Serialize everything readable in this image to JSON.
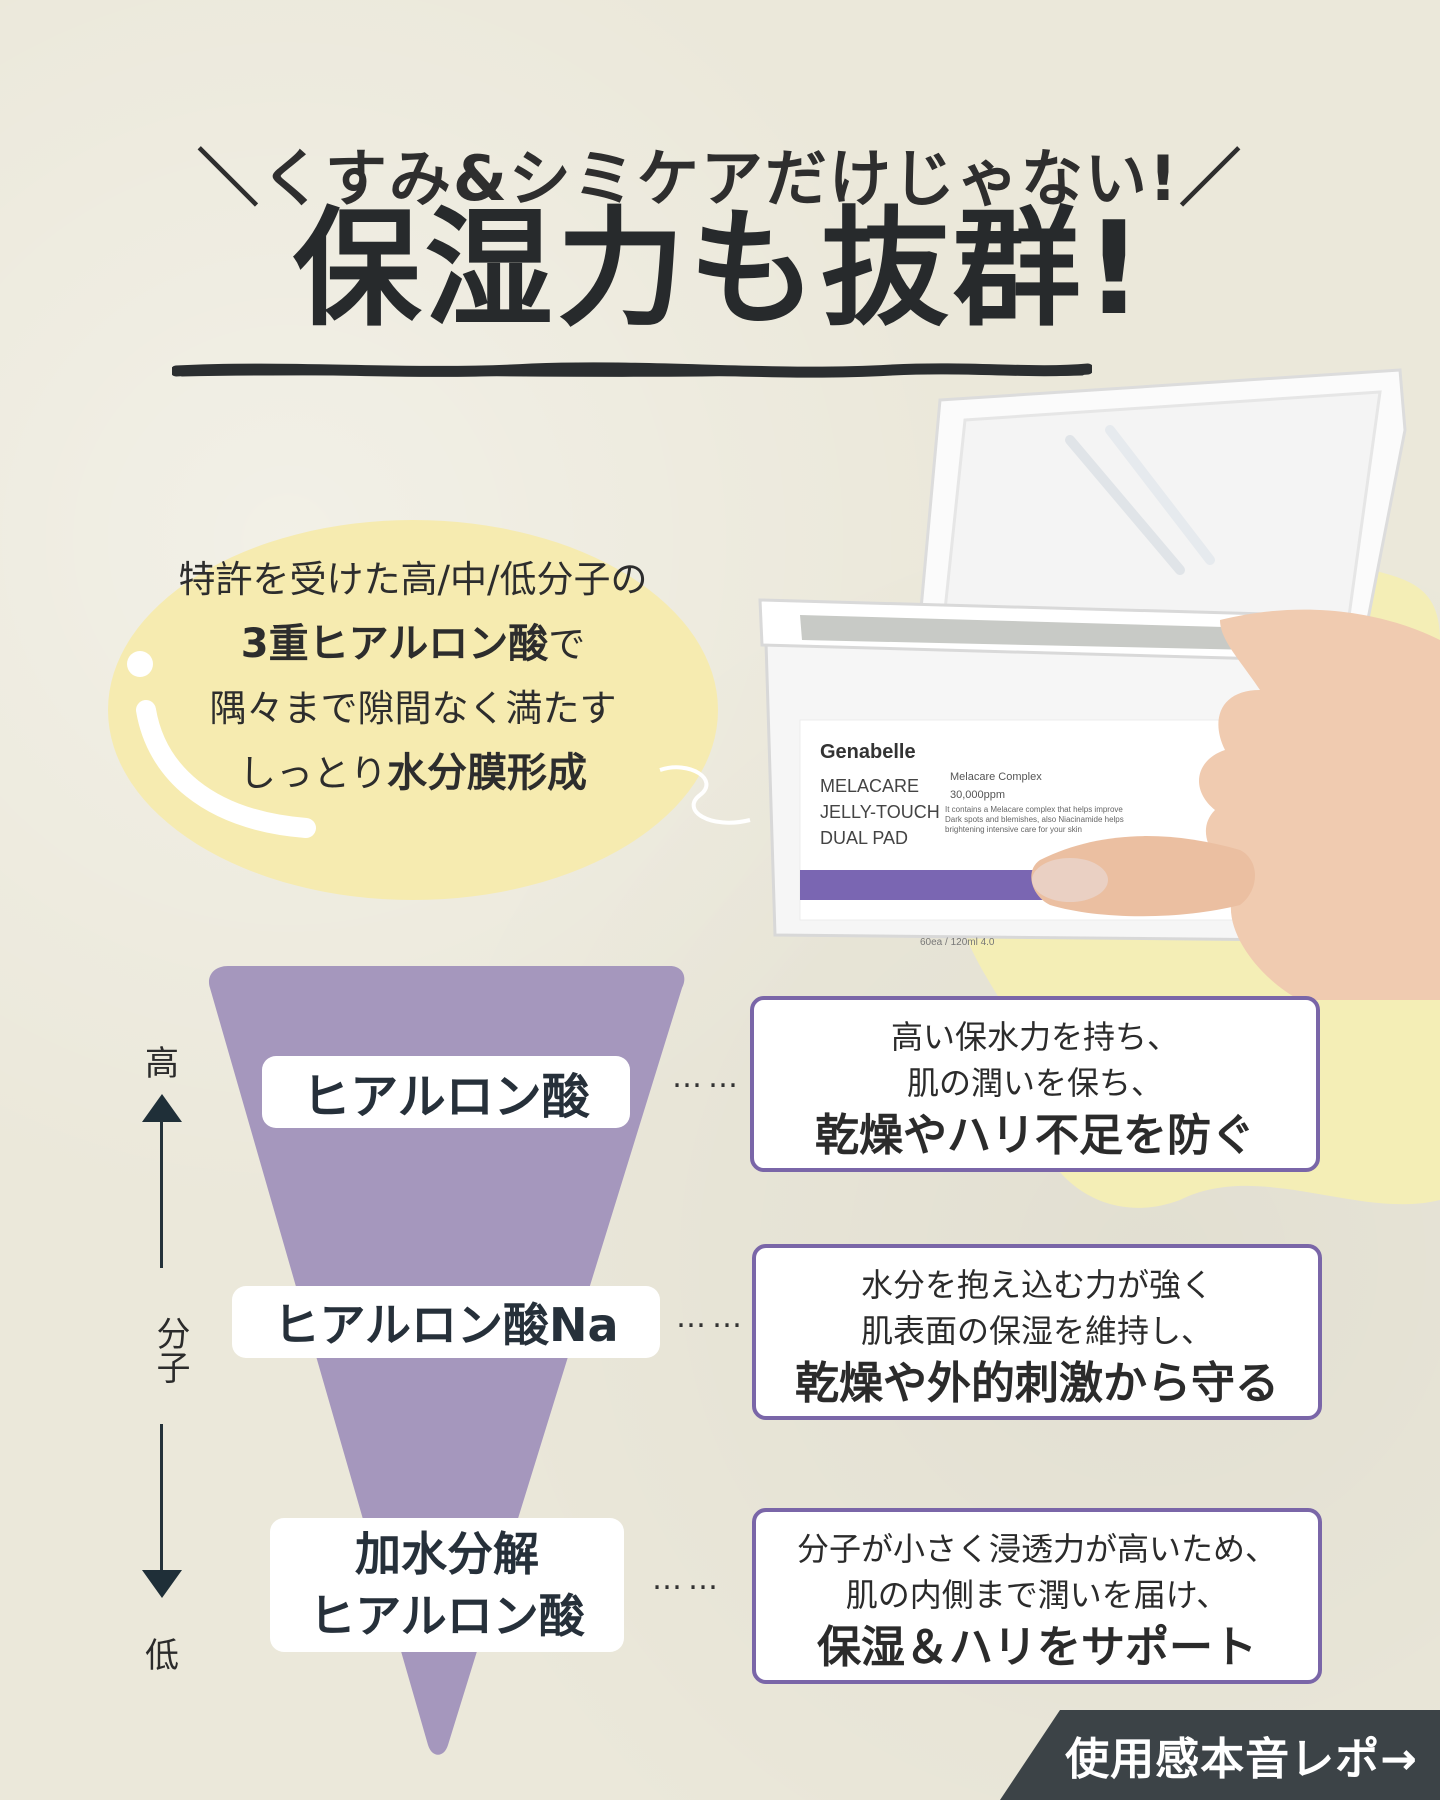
{
  "header": {
    "kicker": "＼くすみ&シミケアだけじゃない!／",
    "title": "保湿力も抜群!"
  },
  "bubble": {
    "line1": "特許を受けた高/中/低分子の",
    "line2_bold": "3重ヒアルロン酸",
    "line2_rest": "で",
    "line3": "隅々まで隙間なく満たす",
    "line4_pre": "しっとり",
    "line4_bold": "水分膜形成"
  },
  "product_label": {
    "brand": "Genabelle",
    "name1": "MELACARE",
    "name2": "JELLY-TOUCH",
    "name3": "DUAL PAD",
    "complex": "Melacare Complex",
    "ppm": "30,000ppm",
    "desc": "It contains a Melacare complex that helps improve Dark spots and blemishes, also Niacinamide helps brightening intensive care for your skin",
    "volume": "60ea / 120ml  4.0"
  },
  "axis": {
    "top": "高",
    "middle": "分子",
    "bottom": "低"
  },
  "rows": [
    {
      "label": "ヒアルロン酸",
      "dots": "…",
      "line1": "高い保水力を持ち、",
      "line2": "肌の潤いを保ち、",
      "highlight": "乾燥やハリ不足を防ぐ"
    },
    {
      "label": "ヒアルロン酸Na",
      "dots": "…",
      "line1": "水分を抱え込む力が強く",
      "line2": "肌表面の保湿を維持し、",
      "highlight": "乾燥や外的刺激から守る"
    },
    {
      "label1": "加水分解",
      "label2": "ヒアルロン酸",
      "dots": "…",
      "line1": "分子が小さく浸透力が高いため、",
      "line2": "肌の内側まで潤いを届け、",
      "highlight": "保湿＆ハリをサポート"
    }
  ],
  "footer": {
    "label": "使用感本音レポ→"
  },
  "colors": {
    "background": "#ebe8da",
    "triangle": "#a597bd",
    "card_border": "#7a66a8",
    "bubble": "#f6ebb0",
    "label_band": "#7a66b2",
    "footer_bg": "#3c4347"
  }
}
